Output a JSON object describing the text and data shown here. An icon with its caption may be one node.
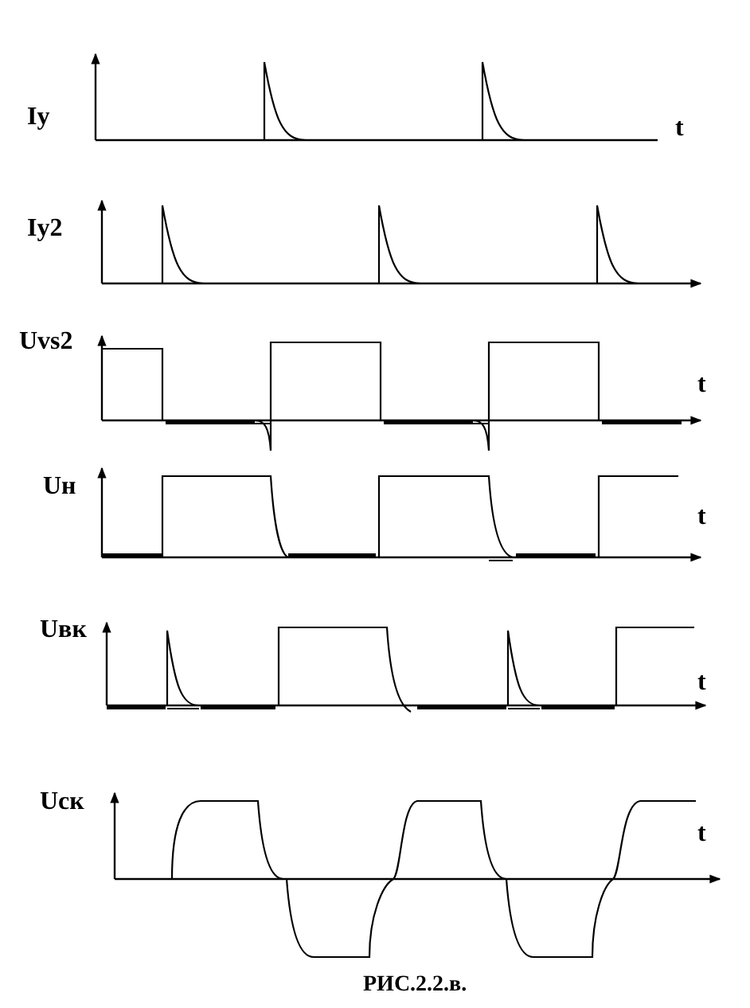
{
  "diagram": {
    "caption": "РИС.2.2.в.",
    "labels": [
      "Iy",
      "t",
      "Iy2",
      "Uvs2",
      "t",
      "Uн",
      "t",
      "Uвк",
      "t",
      "Uск",
      "t"
    ]
  }
}
